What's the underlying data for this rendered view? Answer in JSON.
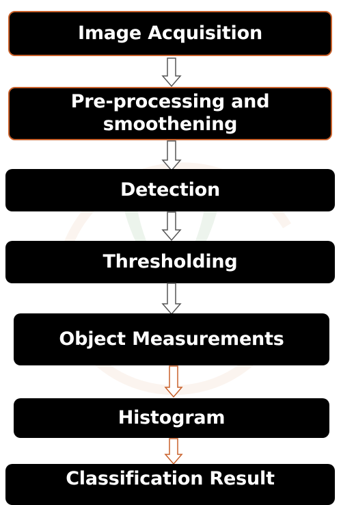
{
  "flowchart": {
    "steps": [
      {
        "label": "Image Acquisition"
      },
      {
        "label": "Pre-processing and smoothening"
      },
      {
        "label": "Detection"
      },
      {
        "label": "Thresholding"
      },
      {
        "label": "Object Measurements"
      },
      {
        "label": "Histogram"
      },
      {
        "label": "Classification Result"
      }
    ],
    "colors": {
      "box_fill": "#000000",
      "box_text": "#ffffff",
      "box_outline": "#c8602a",
      "arrow_gray": "#555555",
      "arrow_orange": "#c8602a"
    }
  }
}
